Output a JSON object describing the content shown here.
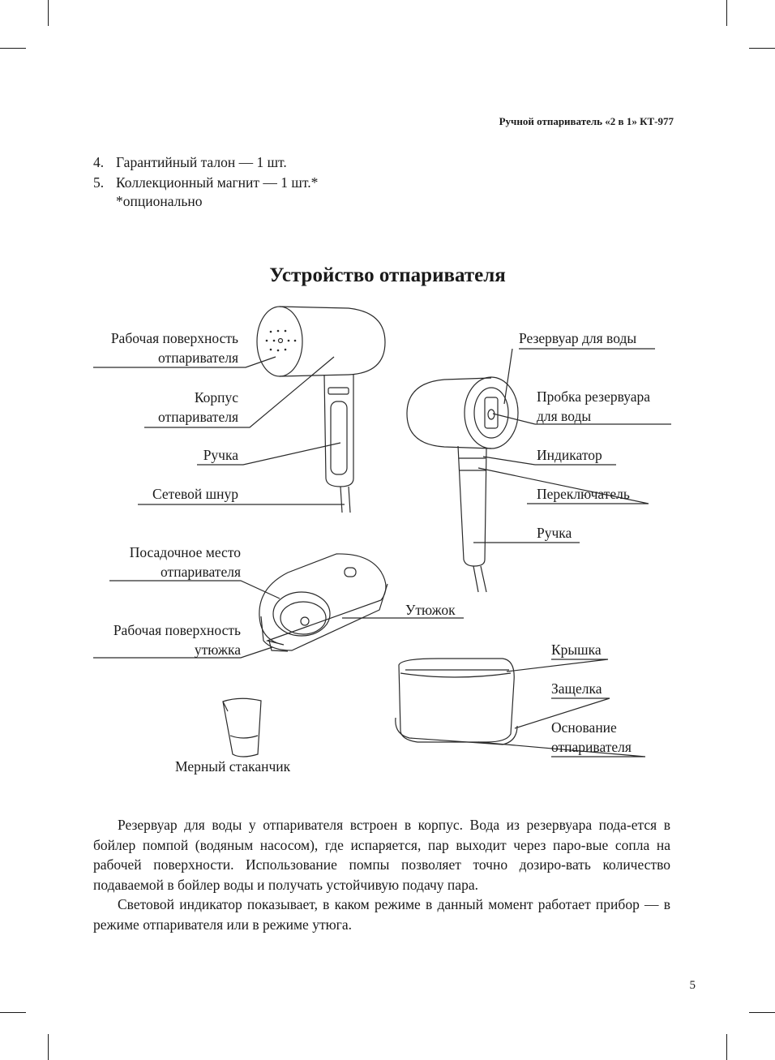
{
  "header": {
    "running_title": "Ручной отпариватель «2 в 1» КТ-977"
  },
  "contents_list": {
    "items": [
      {
        "num": "4.",
        "text": "Гарантийный талон — 1 шт."
      },
      {
        "num": "5.",
        "text": "Коллекционный магнит — 1 шт.*"
      }
    ],
    "footnote": "*опционально"
  },
  "section_title": "Устройство отпаривателя",
  "diagram": {
    "labels": {
      "work_surface_l1": "Рабочая поверхность",
      "work_surface_l2": "отпаривателя",
      "body_l1": "Корпус",
      "body_l2": "отпаривателя",
      "handle_left": "Ручка",
      "cord": "Сетевой шнур",
      "tank": "Резервуар для воды",
      "tank_cap_l1": "Пробка резервуара",
      "tank_cap_l2": "для воды",
      "indicator": "Индикатор",
      "switch": "Переключатель",
      "handle_right": "Ручка",
      "seat_l1": "Посадочное место",
      "seat_l2": "отпаривателя",
      "iron": "Утюжок",
      "iron_surface_l1": "Рабочая поверхность",
      "iron_surface_l2": "утюжка",
      "lid": "Крышка",
      "latch": "Защелка",
      "base_l1": "Основание",
      "base_l2": "отпаривателя",
      "cup": "Мерный стаканчик"
    }
  },
  "body_text": {
    "p1": "Резервуар для воды у отпаривателя встроен в корпус. Вода из резервуара пода-ется в бойлер помпой (водяным насосом), где испаряется, пар выходит через паро-вые сопла на рабочей поверхности. Использование помпы позволяет точно дозиро-вать количество подаваемой в бойлер воды и получать устойчивую подачу пара.",
    "p2": "Световой индикатор показывает, в каком режиме в данный момент работает прибор — в режиме отпаривателя или в режиме утюга."
  },
  "footer": {
    "page_number": "5"
  }
}
